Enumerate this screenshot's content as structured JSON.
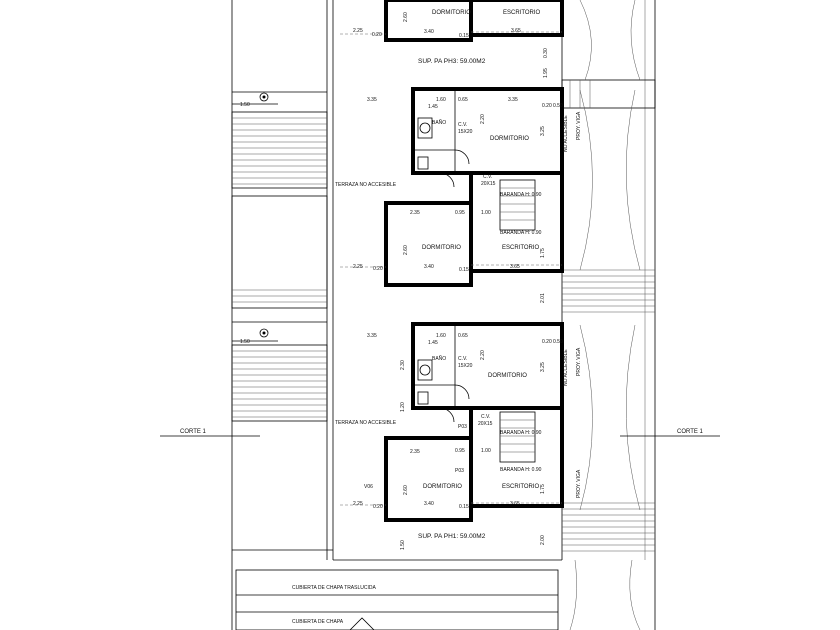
{
  "labels": {
    "dormitorio": "DORMITORIO",
    "escritorio": "ESCRITORIO",
    "bano": "BAÑO",
    "cv1": "C.V.",
    "cv1_size": "15X20",
    "cv2": "C.V.",
    "cv2_size": "20X15",
    "terraza": "TERRAZA NO ACCESIBLE",
    "baranda": "BARANDA H: 0.90",
    "no_accesible": "NO ACCESIBLE",
    "prov_viga": "PROY. VIGA",
    "corte_left": "CORTE 1",
    "corte_right": "CORTE 1",
    "sup_ph3": "SUP. PA PH3: 59.00M2",
    "sup_ph1": "SUP. PA PH1: 59.00M2",
    "p03": "P03",
    "v06": "V06",
    "cubierta_translucida": "CUBIERTA DE CHAPA TRASLUCIDA",
    "cubierta_chapa": "CUBIERTA DE CHAPA"
  },
  "dims": {
    "d225": "2.25",
    "d020": "0.20",
    "d340": "3.40",
    "d015": "0.15",
    "d365": "3.65",
    "d335": "3.35",
    "d150": "1.50",
    "d160": "1.60",
    "d145": "1.45",
    "d065": "0.65",
    "d220": "2.20",
    "d325": "3.25",
    "d235": "2.35",
    "d095": "0.95",
    "d100": "1.00",
    "d260": "2.60",
    "d175": "1.75",
    "d201": "2.01",
    "d200": "2.00",
    "d195": "1.95",
    "d030": "0.30",
    "d050": "0.50",
    "d120": "1.20",
    "d230": "2.30"
  }
}
